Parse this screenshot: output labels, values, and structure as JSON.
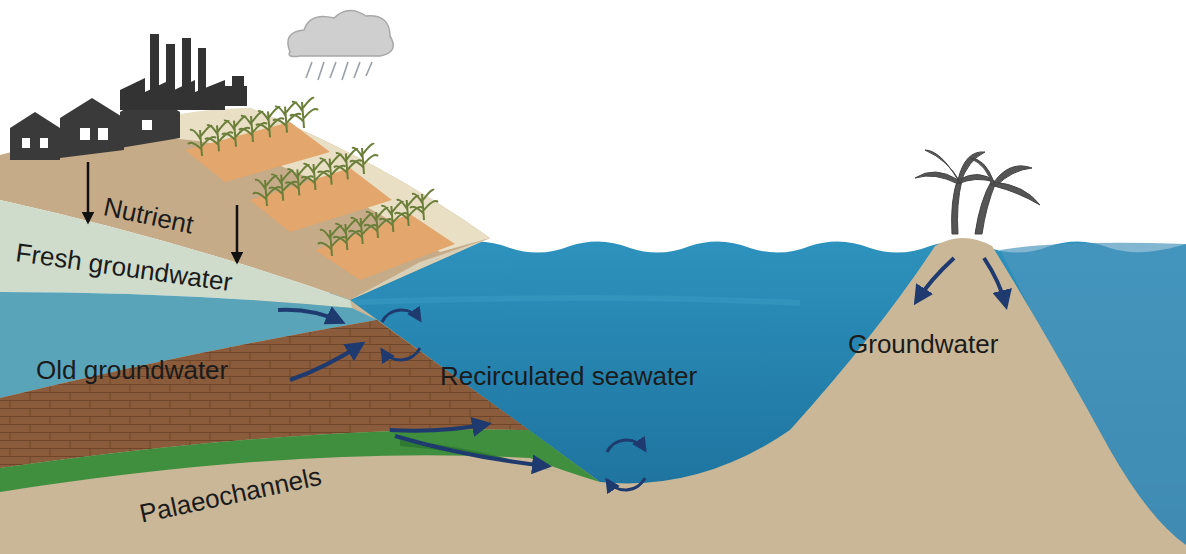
{
  "diagram": {
    "labels": [
      "Nutrient",
      "Fresh groundwater",
      "Old groundwater",
      "Recirculated seawater",
      "Palaeochannels",
      "Groundwater"
    ]
  }
}
